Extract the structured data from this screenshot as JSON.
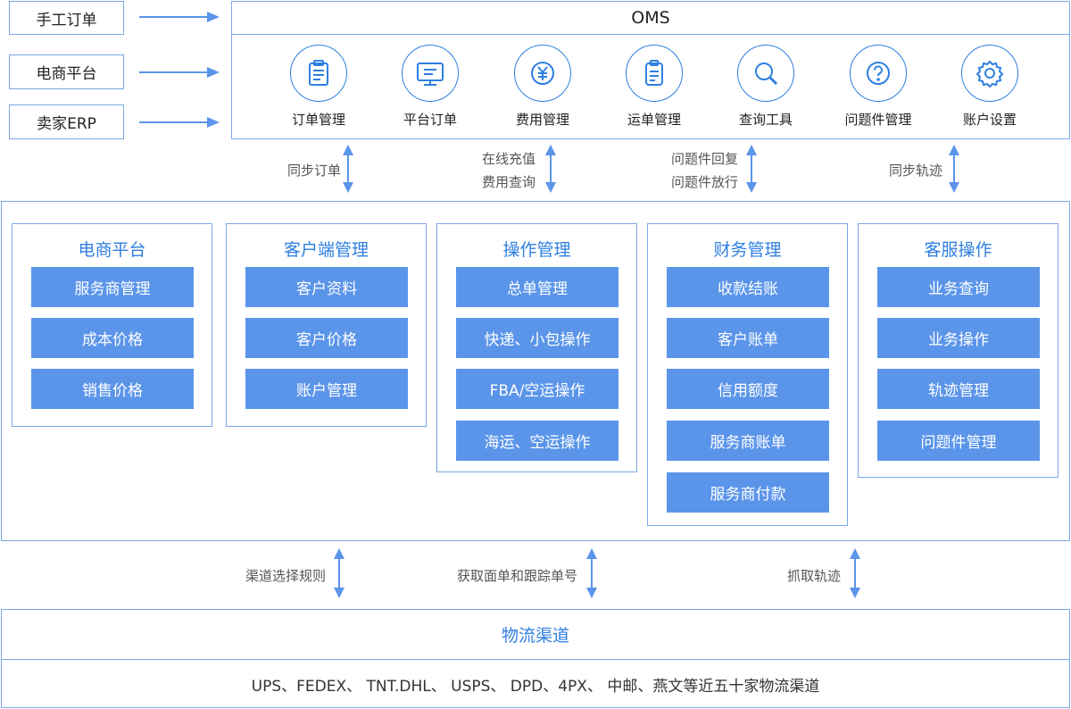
{
  "sources": [
    "手工订单",
    "电商平台",
    "卖家ERP"
  ],
  "oms": {
    "title": "OMS",
    "modules": [
      {
        "label": "订单管理",
        "icon": "clipboard-list-icon"
      },
      {
        "label": "平台订单",
        "icon": "monitor-icon"
      },
      {
        "label": "费用管理",
        "icon": "yen-coin-icon"
      },
      {
        "label": "运单管理",
        "icon": "clipboard-icon"
      },
      {
        "label": "查询工具",
        "icon": "magnifier-icon"
      },
      {
        "label": "问题件管理",
        "icon": "question-circle-icon"
      },
      {
        "label": "账户设置",
        "icon": "gear-icon"
      }
    ]
  },
  "links_top": [
    {
      "lines": [
        "同步订单"
      ]
    },
    {
      "lines": [
        "在线充值",
        "费用查询"
      ]
    },
    {
      "lines": [
        "问题件回复",
        "问题件放行"
      ]
    },
    {
      "lines": [
        "同步轨迹"
      ]
    }
  ],
  "panels": [
    {
      "title": "电商平台",
      "items": [
        "服务商管理",
        "成本价格",
        "销售价格"
      ]
    },
    {
      "title": "客户端管理",
      "items": [
        "客户资料",
        "客户价格",
        "账户管理"
      ]
    },
    {
      "title": "操作管理",
      "items": [
        "总单管理",
        "快递、小包操作",
        "FBA/空运操作",
        "海运、空运操作"
      ]
    },
    {
      "title": "财务管理",
      "items": [
        "收款结账",
        "客户账单",
        "信用额度",
        "服务商账单",
        "服务商付款"
      ]
    },
    {
      "title": "客服操作",
      "items": [
        "业务查询",
        "业务操作",
        "轨迹管理",
        "问题件管理"
      ]
    }
  ],
  "links_bottom": [
    {
      "label": "渠道选择规则"
    },
    {
      "label": "获取面单和跟踪单号"
    },
    {
      "label": "抓取轨迹"
    }
  ],
  "logistics": {
    "title": "物流渠道",
    "channels": "UPS、FEDEX、 TNT.DHL、 USPS、 DPD、4PX、 中邮、燕文等近五十家物流渠道"
  },
  "colors": {
    "accent": "#2f7fe0",
    "item_fill": "#5b95ea",
    "border": "#7aa7e6",
    "arrow": "#5b95ea"
  }
}
